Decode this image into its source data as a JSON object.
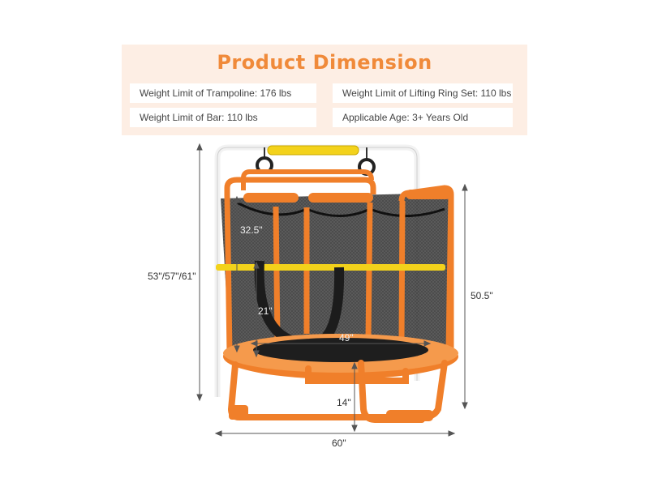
{
  "header": {
    "title": "Product Dimension"
  },
  "specs": [
    {
      "label": "Weight Limit of Trampoline: 176 lbs"
    },
    {
      "label": "Weight Limit of Lifting Ring Set: 110 lbs"
    },
    {
      "label": "Weight Limit of Bar: 110 lbs"
    },
    {
      "label": "Applicable Age: 3+ Years Old"
    }
  ],
  "dimensions": {
    "height_adjustable": "53\"/57\"/61\"",
    "net_height": "32.5\"",
    "inner_height": "21\"",
    "jump_diameter": "49\"",
    "frame_height": "50.5\"",
    "leg_height": "14\"",
    "overall_width": "60\""
  },
  "colors": {
    "accent": "#f08a3a",
    "frame": "#f07f2a",
    "bar": "#f3d21b",
    "net": "#3a3a3a"
  }
}
